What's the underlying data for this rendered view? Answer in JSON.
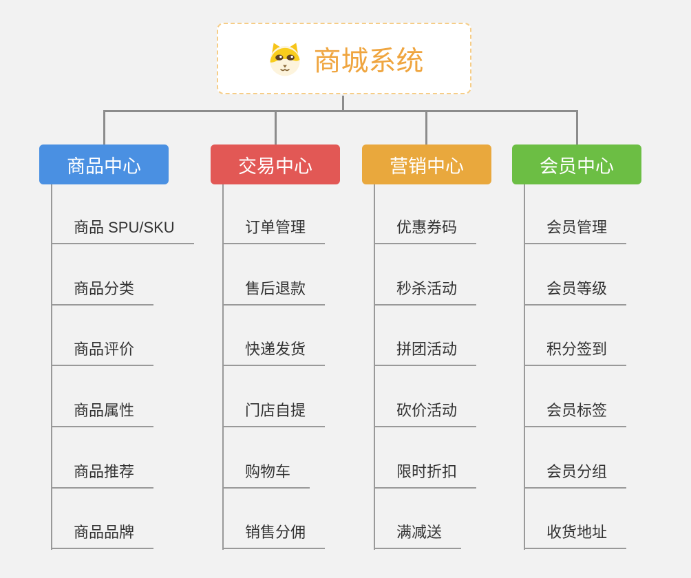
{
  "background_color": "#f2f2f2",
  "connector_color": "#8c8c8c",
  "underline_color": "#999999",
  "root": {
    "title": "商城系统",
    "icon": "shiba-dog-face-icon",
    "text_color": "#efa53f",
    "border_color": "#f6cd87",
    "background": "#ffffff"
  },
  "branches": [
    {
      "label": "商品中心",
      "color": "#4a90e2",
      "children": [
        "商品 SPU/SKU",
        "商品分类",
        "商品评价",
        "商品属性",
        "商品推荐",
        "商品品牌"
      ]
    },
    {
      "label": "交易中心",
      "color": "#e25855",
      "children": [
        "订单管理",
        "售后退款",
        "快递发货",
        "门店自提",
        "购物车",
        "销售分佣"
      ]
    },
    {
      "label": "营销中心",
      "color": "#e9a83d",
      "children": [
        "优惠券码",
        "秒杀活动",
        "拼团活动",
        "砍价活动",
        "限时折扣",
        "满减送"
      ]
    },
    {
      "label": "会员中心",
      "color": "#6cbe44",
      "children": [
        "会员管理",
        "会员等级",
        "积分签到",
        "会员标签",
        "会员分组",
        "收货地址"
      ]
    }
  ]
}
